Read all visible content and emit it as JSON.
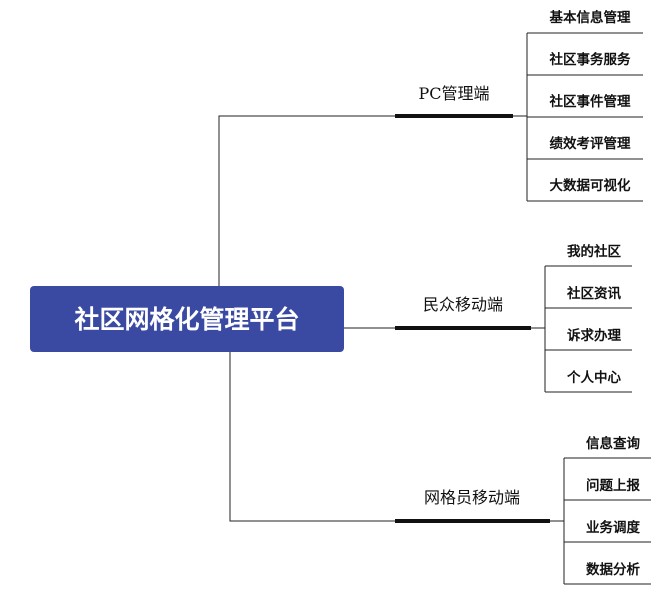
{
  "root": {
    "label": "社区网格化管理平台",
    "color": "#3a4aa2"
  },
  "branches": [
    {
      "label": "PC管理端",
      "children": [
        "基本信息管理",
        "社区事务服务",
        "社区事件管理",
        "绩效考评管理",
        "大数据可视化"
      ]
    },
    {
      "label": "民众移动端",
      "children": [
        "我的社区",
        "社区资讯",
        "诉求办理",
        "个人中心"
      ]
    },
    {
      "label": "网格员移动端",
      "children": [
        "信息查询",
        "问题上报",
        "业务调度",
        "数据分析"
      ]
    }
  ]
}
